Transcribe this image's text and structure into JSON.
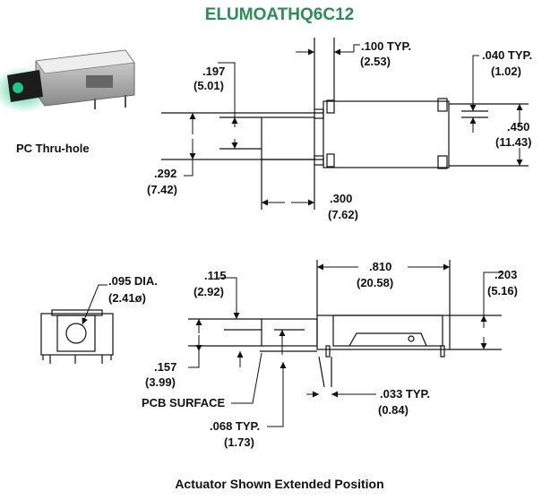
{
  "title": "ELUMOATHQ6C12",
  "product_label": "PC Thru-hole",
  "caption": "Actuator Shown Extended Position",
  "top_view": {
    "dim_197": {
      "inch": ".197",
      "mm": "(5.01)"
    },
    "dim_100": {
      "inch": ".100 TYP.",
      "mm": "(2.53)"
    },
    "dim_040": {
      "inch": ".040 TYP.",
      "mm": "(1.02)"
    },
    "dim_450": {
      "inch": ".450",
      "mm": "(11.43)"
    },
    "dim_292": {
      "inch": ".292",
      "mm": "(7.42)"
    },
    "dim_300": {
      "inch": ".300",
      "mm": "(7.62)"
    }
  },
  "side_view": {
    "dim_095": {
      "inch": ".095 DIA.",
      "mm": "(2.41ø)"
    },
    "dim_115": {
      "inch": ".115",
      "mm": "(2.92)"
    },
    "dim_810": {
      "inch": ".810",
      "mm": "(20.58)"
    },
    "dim_203": {
      "inch": ".203",
      "mm": "(5.16)"
    },
    "dim_157": {
      "inch": ".157",
      "mm": "(3.99)"
    },
    "pcb_surface": "PCB SURFACE",
    "dim_033": {
      "inch": ".033 TYP.",
      "mm": "(0.84)"
    },
    "dim_068": {
      "inch": ".068 TYP.",
      "mm": "(1.73)"
    }
  },
  "colors": {
    "title": "#2e8b57",
    "led": "#25c28a",
    "line": "#111111"
  }
}
